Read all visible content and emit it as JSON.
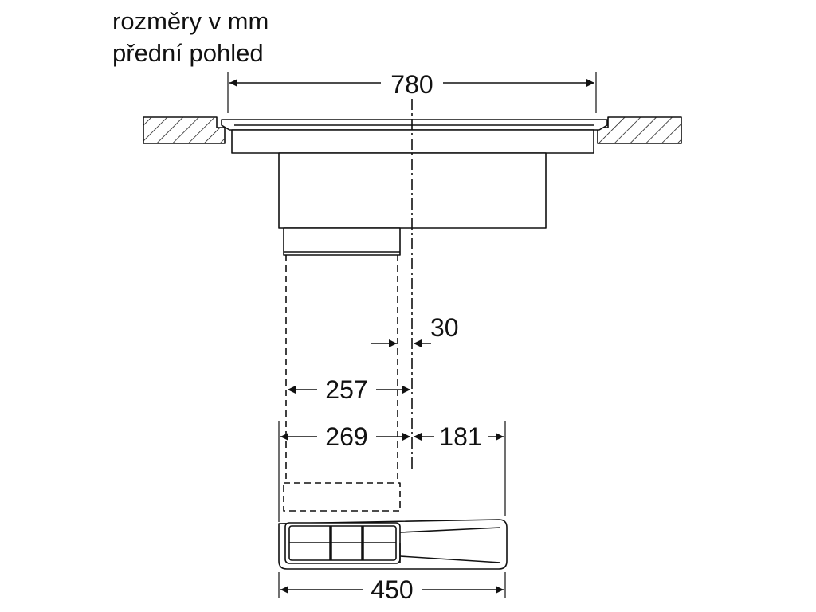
{
  "header": {
    "line1": "rozměry v mm",
    "line2": "přední pohled"
  },
  "dimensions": {
    "overall_width": "780",
    "centerline_offset": "30",
    "inner_width": "257",
    "duct_width": "269",
    "right_offset": "181",
    "unit_width": "450"
  },
  "colors": {
    "line": "#111111",
    "hatch": "#111111",
    "background": "#ffffff"
  }
}
